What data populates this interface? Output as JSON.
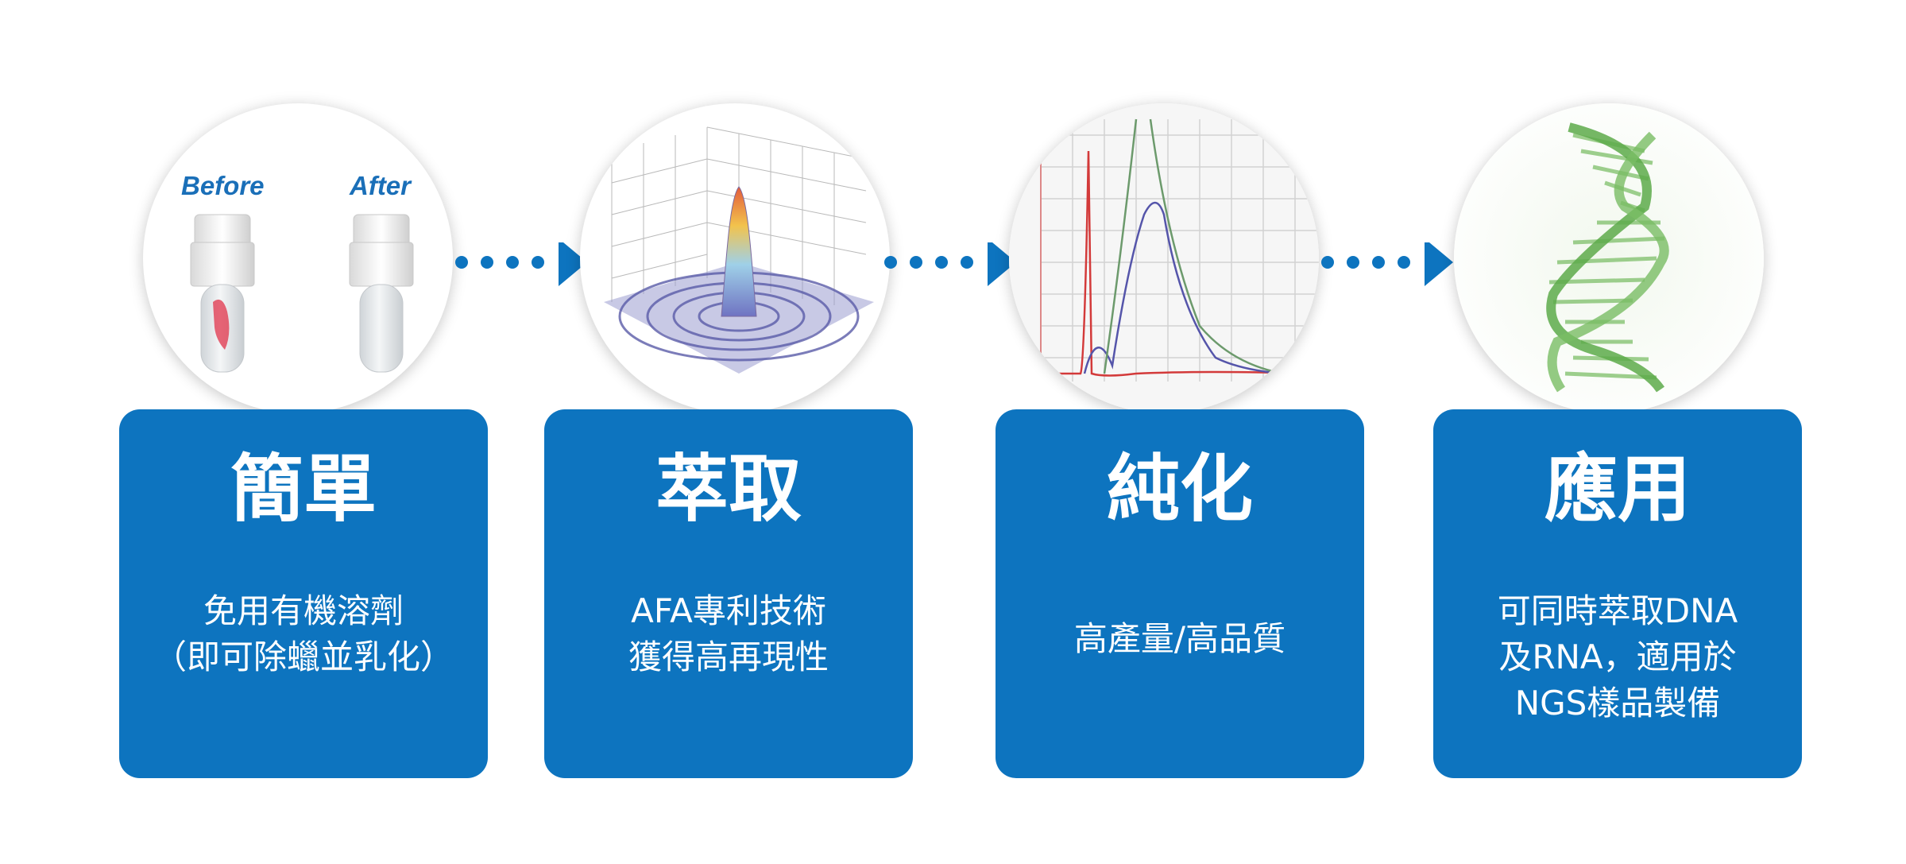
{
  "steps": [
    {
      "title": "簡單",
      "desc": [
        "免用有機溶劑",
        "（即可除蠟並乳化）"
      ],
      "image": {
        "before_label": "Before",
        "after_label": "After",
        "icon": "tube-before-after-icon"
      }
    },
    {
      "title": "萃取",
      "desc": [
        "AFA專利技術",
        "獲得高再現性"
      ],
      "image": {
        "icon": "3d-surface-plot-icon"
      }
    },
    {
      "title": "純化",
      "desc": [
        "高產量/高品質"
      ],
      "image": {
        "icon": "line-graph-icon"
      }
    },
    {
      "title": "應用",
      "desc": [
        "可同時萃取DNA",
        "及RNA，適用於",
        "NGS樣品製備"
      ],
      "image": {
        "icon": "dna-helix-icon"
      }
    }
  ],
  "connector_icon": "dotted-arrow-icon",
  "colors": {
    "card": "#0d74bf",
    "arrow": "#0d74bf",
    "text": "#ffffff"
  }
}
